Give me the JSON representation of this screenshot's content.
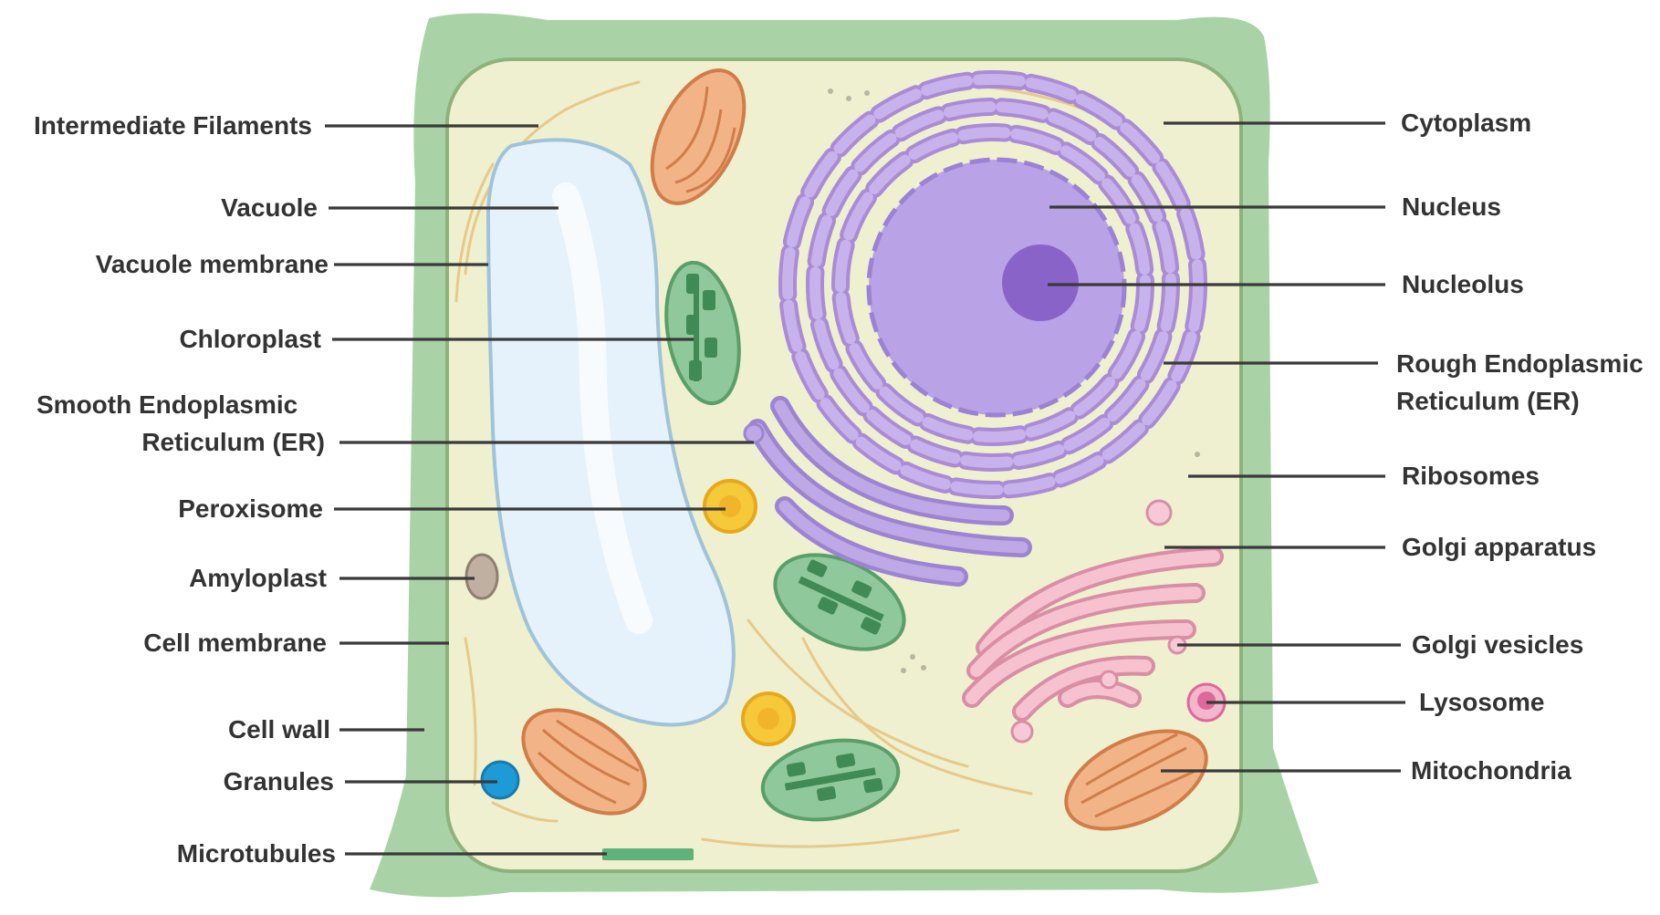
{
  "diagram": {
    "labels_left": [
      "Intermediate Filaments",
      "Vacuole",
      "Vacuole membrane",
      "Chloroplast",
      "Smooth Endoplasmic",
      "Reticulum (ER)",
      "Peroxisome",
      "Amyloplast",
      "Cell membrane",
      "Cell wall",
      "Granules",
      "Microtubules"
    ],
    "labels_right": [
      "Cytoplasm",
      "Nucleus",
      "Nucleolus",
      "Rough Endoplasmic",
      "Reticulum (ER)",
      "Ribosomes",
      "Golgi apparatus",
      "Golgi vesicles",
      "Lysosome",
      "Mitochondria"
    ],
    "colors": {
      "cell_wall": "#a9d3a6",
      "cytoplasm": "#eef0cf",
      "vacuole": "#e6f2fb",
      "nucleus": "#b9a3e6",
      "nucleolus": "#8a63c8",
      "er": "#a98bd6",
      "golgi": "#f4b6c8",
      "mitochondria": "#f2b387",
      "chloroplast": "#8fc89a",
      "peroxisome": "#f5c93a",
      "granules": "#1e9bd6",
      "lysosome": "#e0679a"
    }
  }
}
